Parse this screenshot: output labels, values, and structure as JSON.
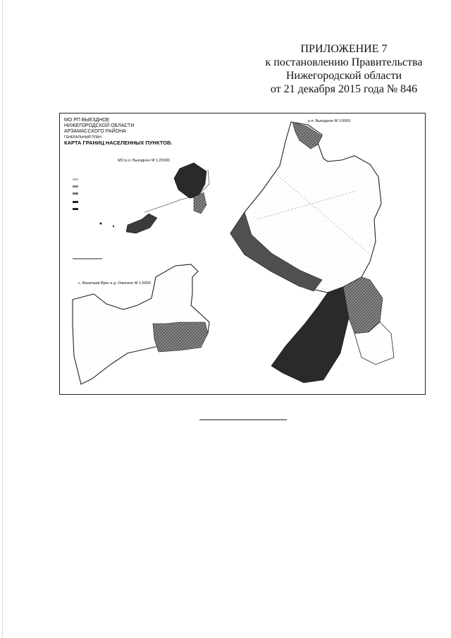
{
  "header": {
    "line1": "ПРИЛОЖЕНИЕ 7",
    "line2": "к постановлению Правительства",
    "line3": "Нижегородской области",
    "line4": "от 21 декабря 2015 года № 846"
  },
  "map": {
    "title_lines": [
      "МО РП ВЫЕЗДНОЕ",
      "НИЖЕГОРОДСКОЙ ОБЛАСТИ",
      "АРЗАМАССКОГО РАЙОНА",
      "ГЕНЕРАЛЬНЫЙ ПЛАН",
      "КАРТА ГРАНИЦ НАСЕЛЕННЫХ ПУНКТОВ."
    ],
    "overview_label": "МО р.п. Выездное  М 1:25000",
    "left_bottom_label": "с. Васильев Враг и д. Ожогино  М 1:5000",
    "right_label": "р.п. Выездное  М 1:5000"
  }
}
